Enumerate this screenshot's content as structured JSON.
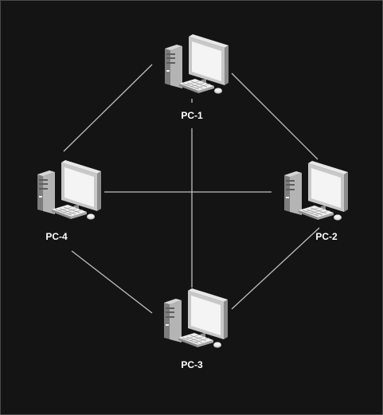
{
  "diagram": {
    "type": "network-topology",
    "nodes": [
      {
        "id": "pc1",
        "label": "PC-1",
        "icon": "desktop-computer-icon"
      },
      {
        "id": "pc2",
        "label": "PC-2",
        "icon": "desktop-computer-icon"
      },
      {
        "id": "pc3",
        "label": "PC-3",
        "icon": "desktop-computer-icon"
      },
      {
        "id": "pc4",
        "label": "PC-4",
        "icon": "desktop-computer-icon"
      }
    ],
    "links": [
      {
        "from": "pc1",
        "to": "pc2"
      },
      {
        "from": "pc2",
        "to": "pc3"
      },
      {
        "from": "pc3",
        "to": "pc4"
      },
      {
        "from": "pc4",
        "to": "pc1"
      },
      {
        "from": "pc1",
        "to": "pc3"
      },
      {
        "from": "pc4",
        "to": "pc2"
      }
    ]
  },
  "colors": {
    "background": "#141414",
    "link": "#bfbfbf",
    "label": "#ffffff"
  }
}
